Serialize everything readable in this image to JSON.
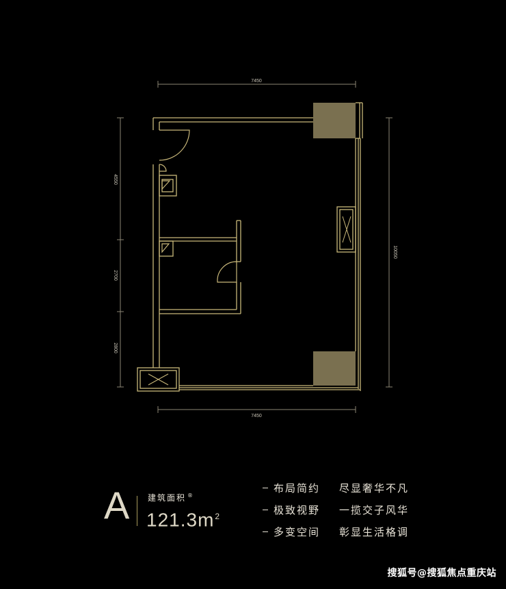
{
  "floorplan": {
    "dimensions": {
      "top_width": "7450",
      "bottom_width": "7450",
      "right_height": "10050",
      "left_segment_1": "4550",
      "left_segment_2": "2700",
      "left_segment_3": "2800"
    }
  },
  "unit": {
    "type_letter": "A",
    "area_label": "建筑面积",
    "area_mark": "®",
    "area_value": "121.3m",
    "area_unit_sup": "2"
  },
  "features": [
    {
      "left": "布局简约",
      "right": "尽显奢华不凡"
    },
    {
      "left": "极致视野",
      "right": "一揽交子风华"
    },
    {
      "left": "多变空间",
      "right": "彰显生活格调"
    }
  ],
  "watermark": "搜狐号@搜狐焦点重庆站",
  "colors": {
    "background": "#000000",
    "wall_line": "#c9b87a",
    "column_fill": "#7a7050",
    "text": "#e6e1d5"
  }
}
